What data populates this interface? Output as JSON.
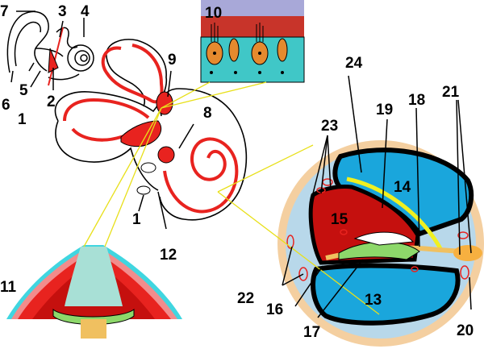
{
  "colors": {
    "endolymph": "#e8231f",
    "perilymph_blue": "#1aa6dc",
    "fluid_light": "#b8d8ea",
    "tectorial": "#f0f020",
    "bone": "#f4cfa0",
    "cilia": "#a8e0d6",
    "hair_cell": "#e58a2e",
    "support_cell": "#40c7c7",
    "organ": "#8dd86a",
    "guide_line": "#e8e01a"
  },
  "labels": {
    "l1a": "1",
    "l1b": "1",
    "l2": "2",
    "l3": "3",
    "l4": "4",
    "l5": "5",
    "l6": "6",
    "l7": "7",
    "l8": "8",
    "l9": "9",
    "l10": "10",
    "l11": "11",
    "l12": "12",
    "l13": "13",
    "l14": "14",
    "l15": "15",
    "l16": "16",
    "l17": "17",
    "l18": "18",
    "l19": "19",
    "l20": "20",
    "l21": "21",
    "l22": "22",
    "l23": "23",
    "l24": "24"
  }
}
